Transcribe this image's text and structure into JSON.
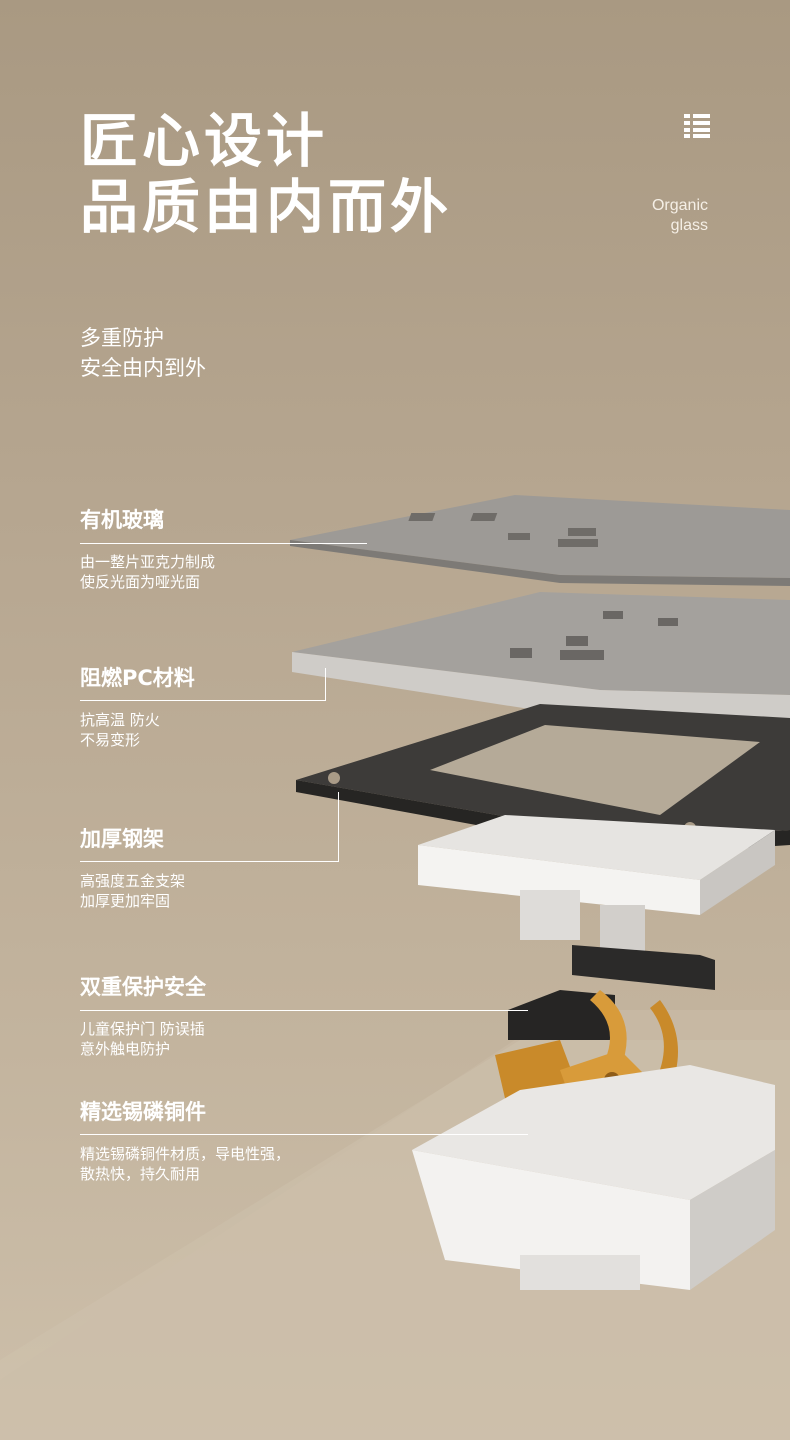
{
  "header": {
    "title_line1": "匠心设计",
    "title_line2": "品质由内而外",
    "tagline_line1": "Organic",
    "tagline_line2": "glass",
    "menu_icon": "list-grid-icon"
  },
  "intro": {
    "line1": "多重防护",
    "line2": "安全由内到外"
  },
  "features": [
    {
      "title": "有机玻璃",
      "desc1": "由一整片亚克力制成",
      "desc2": "使反光面为哑光面"
    },
    {
      "title": "阻燃PC材料",
      "desc1": "抗高温 防火",
      "desc2": "不易变形"
    },
    {
      "title": "加厚钢架",
      "desc1": "高强度五金支架",
      "desc2": "加厚更加牢固"
    },
    {
      "title": "双重保护安全",
      "desc1": "儿童保护门 防误插",
      "desc2": "意外触电防护"
    },
    {
      "title": "精选锡磷铜件",
      "desc1": "精选锡磷铜件材质，导电性强，",
      "desc2": "散热快，持久耐用"
    }
  ],
  "colors": {
    "background_top": "#a99982",
    "background_bottom": "#cdbfaa",
    "text": "#ffffff",
    "steel_frame": "#3a3a3a",
    "copper": "#c8902c"
  }
}
